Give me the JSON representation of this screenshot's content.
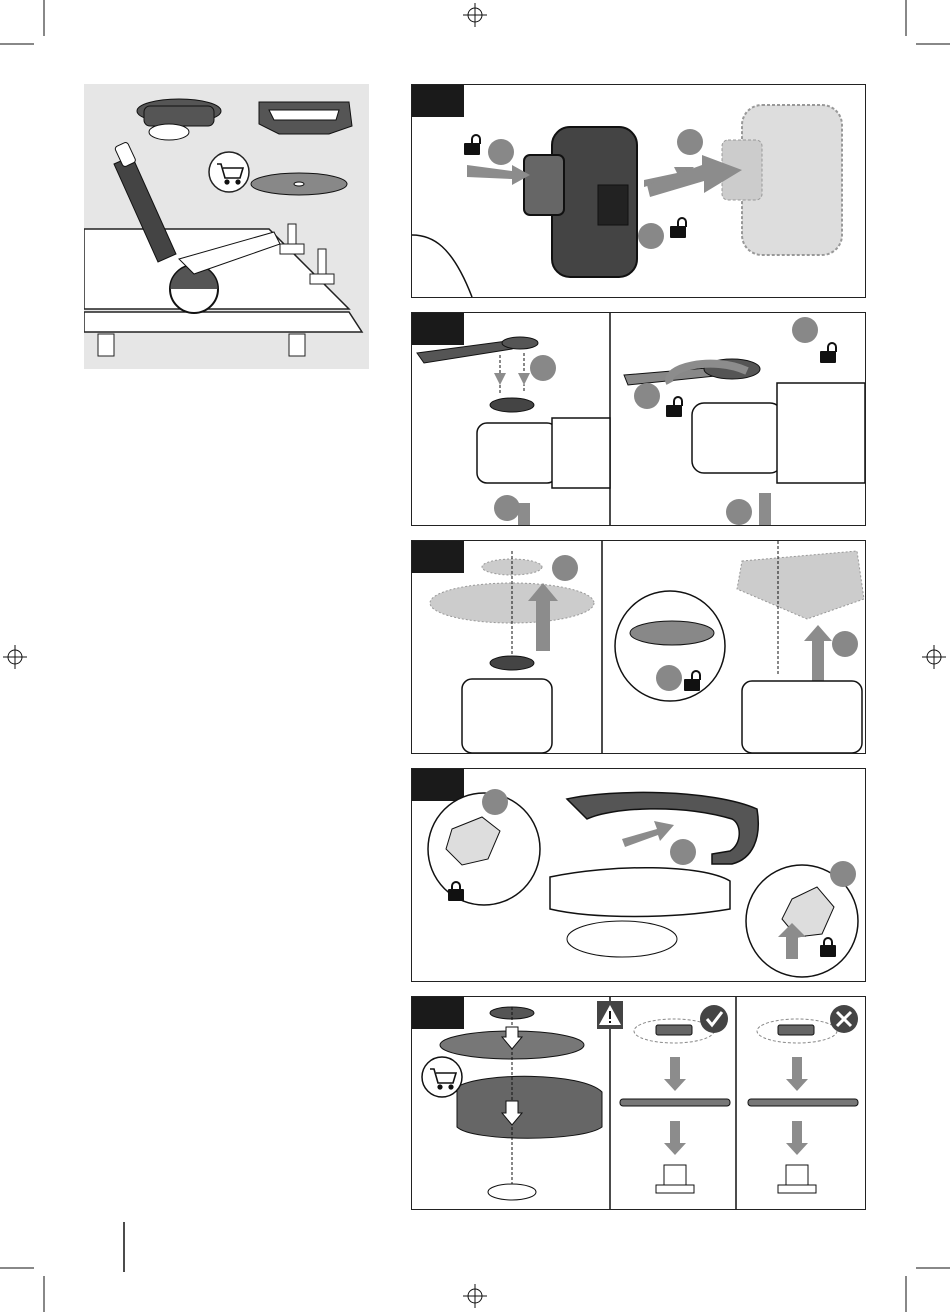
{
  "page": {
    "title": "",
    "colors": {
      "panel_bg": "#ffffff",
      "overview_bg": "#e6e6e6",
      "tab": "#1a1a1a",
      "arrow": "#8c8c8c",
      "ink": "#1a1a1a",
      "step_circle": "#888888"
    }
  },
  "icons": [
    "registration-mark-icon",
    "lock-closed-icon",
    "lock-open-icon",
    "shopping-cart-icon",
    "checkmark-icon",
    "cross-icon",
    "warning-icon"
  ],
  "figures": [
    {
      "id": "overview",
      "description_items": [
        "guard",
        "cutting-guard",
        "cutting-disc",
        "angle-grinder",
        "workpiece",
        "clamps"
      ]
    },
    {
      "id": "battery-removal",
      "steps": 3
    },
    {
      "id": "spindle-lock-wrench",
      "steps": 4
    },
    {
      "id": "remove-guard-and-disc",
      "steps": 3
    },
    {
      "id": "fit-cutting-guard",
      "steps": 3
    },
    {
      "id": "flange-orientation",
      "variants": [
        "correct",
        "incorrect"
      ]
    }
  ]
}
